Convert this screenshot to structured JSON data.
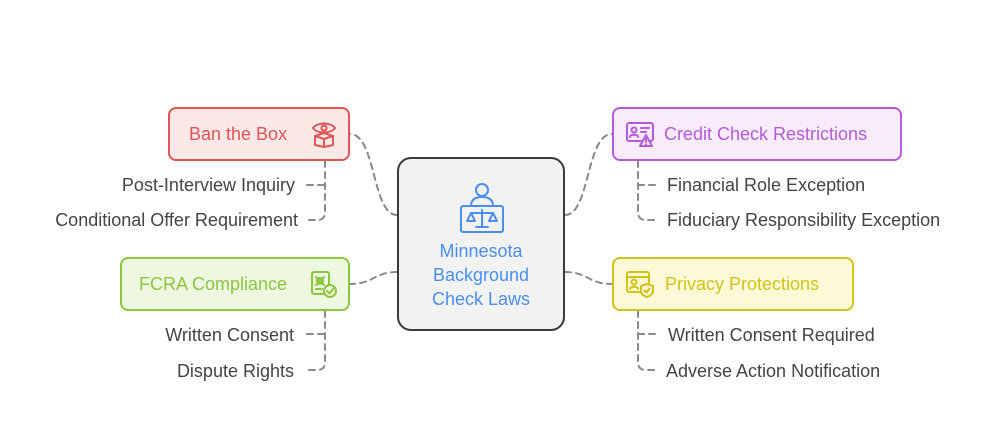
{
  "center": {
    "title_lines": [
      "Minnesota",
      "Background",
      "Check Laws"
    ],
    "icon": "justice-scale-person-icon",
    "color": "#4a8ff0"
  },
  "branches": {
    "ban_the_box": {
      "label": "Ban the Box",
      "icon": "eye-box-icon",
      "color": "#e05555",
      "fill": "#fde8e8",
      "items": [
        "Post-Interview Inquiry",
        "Conditional Offer Requirement"
      ]
    },
    "fcra": {
      "label": "FCRA Compliance",
      "icon": "document-check-icon",
      "color": "#8cc63f",
      "fill": "#eef7e0",
      "items": [
        "Written Consent",
        "Dispute Rights"
      ]
    },
    "credit": {
      "label": "Credit Check Restrictions",
      "icon": "id-card-warning-icon",
      "color": "#b55ad8",
      "fill": "#f7ebfc",
      "items": [
        "Financial Role Exception",
        "Fiduciary Responsibility Exception"
      ]
    },
    "privacy": {
      "label": "Privacy Protections",
      "icon": "profile-shield-icon",
      "color": "#d4c21a",
      "fill": "#fcf9d6",
      "items": [
        "Written Consent Required",
        "Adverse Action Notification"
      ]
    }
  }
}
